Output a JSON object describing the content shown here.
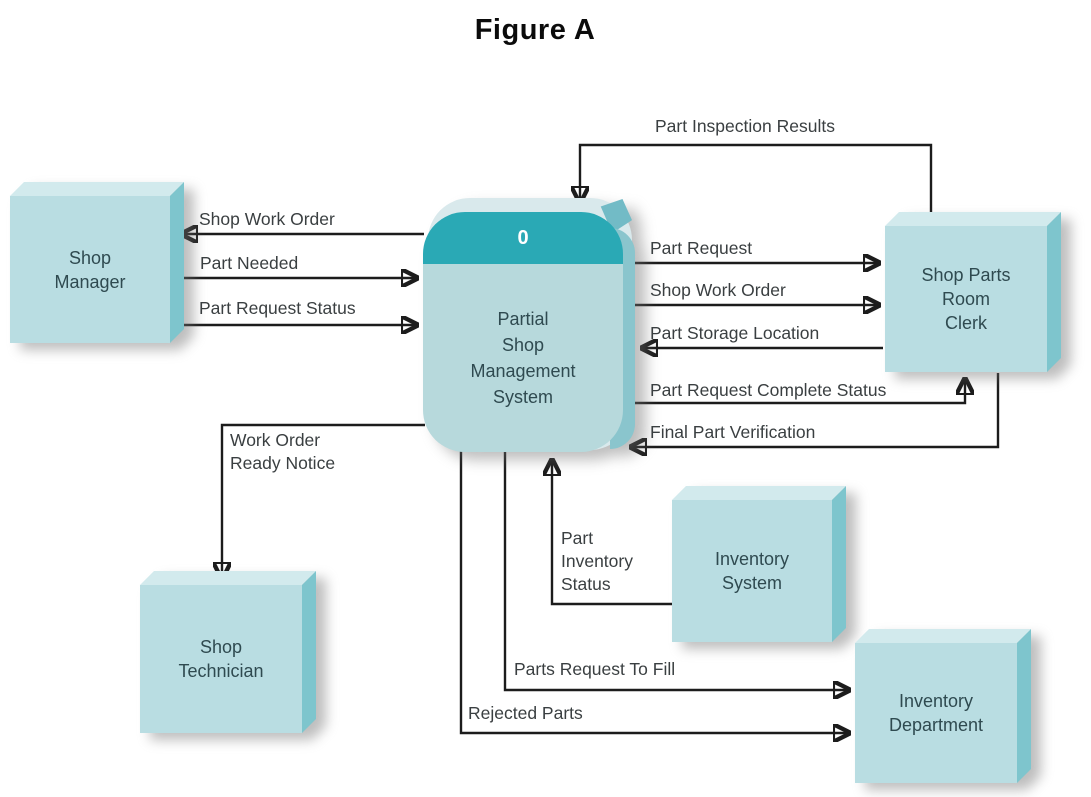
{
  "title": "Figure A",
  "process": {
    "number": "0",
    "name": "Partial\nShop\nManagement\nSystem"
  },
  "entities": {
    "shop_manager": {
      "label": "Shop\nManager"
    },
    "shop_parts_room_clerk": {
      "label": "Shop Parts\nRoom\nClerk"
    },
    "shop_technician": {
      "label": "Shop\nTechnician"
    },
    "inventory_system": {
      "label": "Inventory\nSystem"
    },
    "inventory_department": {
      "label": "Inventory\nDepartment"
    }
  },
  "flows": {
    "shop_work_order_to_manager": {
      "label": "Shop Work Order"
    },
    "part_needed": {
      "label": "Part Needed"
    },
    "part_request_status": {
      "label": "Part Request Status"
    },
    "part_inspection_results": {
      "label": "Part Inspection Results"
    },
    "part_request": {
      "label": "Part Request"
    },
    "shop_work_order_to_clerk": {
      "label": "Shop Work Order"
    },
    "part_storage_location": {
      "label": "Part Storage Location"
    },
    "part_request_complete_status": {
      "label": "Part Request Complete Status"
    },
    "final_part_verification": {
      "label": "Final Part Verification"
    },
    "work_order_ready_notice": {
      "label": "Work Order\nReady Notice"
    },
    "part_inventory_status": {
      "label": "Part\nInventory\nStatus"
    },
    "parts_request_to_fill": {
      "label": "Parts Request To Fill"
    },
    "rejected_parts": {
      "label": "Rejected Parts"
    }
  },
  "colors": {
    "process_header": "#2aa9b5",
    "process_body": "#b7d9dc",
    "entity_face": "#b9dde2",
    "entity_top": "#d2eaed",
    "entity_side": "#7ec5cd",
    "arrow_line": "#1c1c1c",
    "entity_text": "#2f4a50",
    "flow_label_text": "#3a3f41"
  }
}
